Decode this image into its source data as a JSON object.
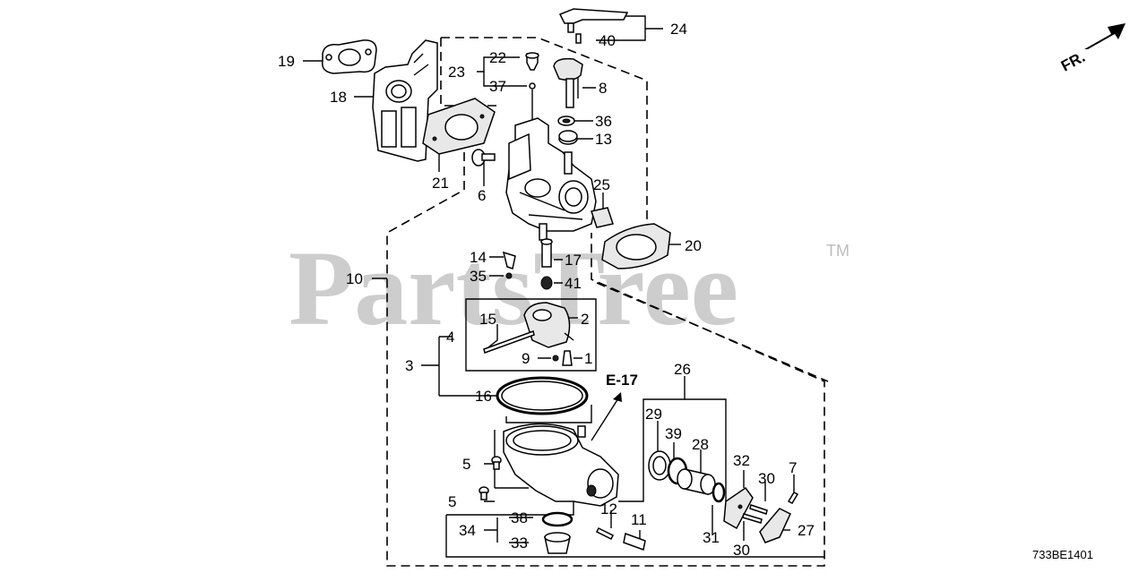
{
  "watermark": {
    "text": "PartsTree",
    "tm": "TM"
  },
  "direction_marker": {
    "text": "FR."
  },
  "reference": {
    "text": "E-17"
  },
  "diagram_code": "733BE1401",
  "callouts": {
    "c1": "1",
    "c2": "2",
    "c3": "3",
    "c4": "4",
    "c5a": "5",
    "c5b": "5",
    "c6": "6",
    "c7": "7",
    "c8": "8",
    "c9": "9",
    "c10": "10",
    "c11": "11",
    "c12": "12",
    "c13": "13",
    "c14": "14",
    "c15": "15",
    "c16": "16",
    "c17": "17",
    "c18": "18",
    "c19": "19",
    "c20": "20",
    "c21": "21",
    "c22": "22",
    "c23": "23",
    "c24": "24",
    "c25": "25",
    "c26": "26",
    "c27": "27",
    "c28": "28",
    "c29": "29",
    "c30a": "30",
    "c30b": "30",
    "c31": "31",
    "c32": "32",
    "c33": "33",
    "c34": "34",
    "c35": "35",
    "c36": "36",
    "c37": "37",
    "c38": "38",
    "c39": "39",
    "c40": "40",
    "c41": "41"
  }
}
